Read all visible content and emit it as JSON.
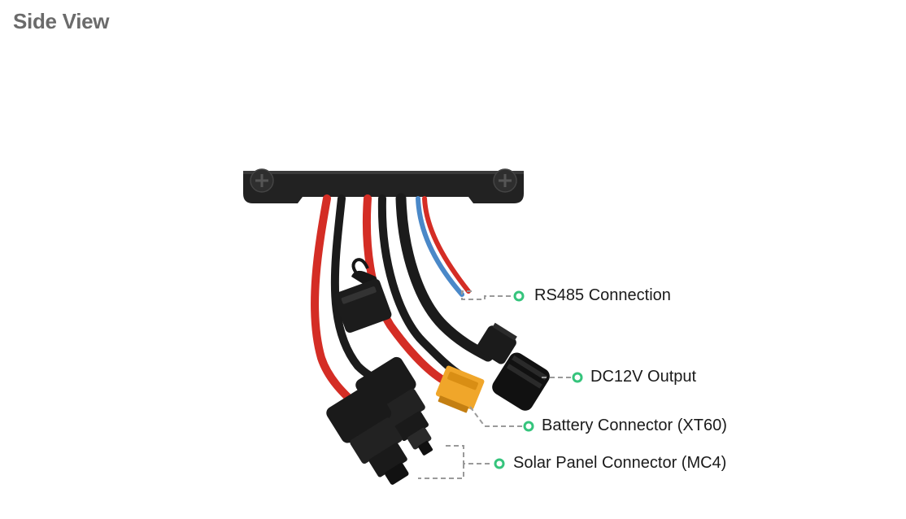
{
  "page": {
    "title": "Side View"
  },
  "callouts": [
    {
      "id": "rs485",
      "label": "RS485 Connection"
    },
    {
      "id": "dc12v",
      "label": "DC12V Output"
    },
    {
      "id": "xt60",
      "label": "Battery Connector (XT60)"
    },
    {
      "id": "mc4",
      "label": "Solar Panel Connector (MC4)"
    }
  ],
  "colors": {
    "accent": "#35c47c",
    "leader": "#9a9a9a",
    "wire_red": "#e0322a",
    "wire_black": "#1b1b1b",
    "wire_blue": "#4a88c8",
    "xt60_body": "#f0a62a",
    "housing": "#222222"
  }
}
